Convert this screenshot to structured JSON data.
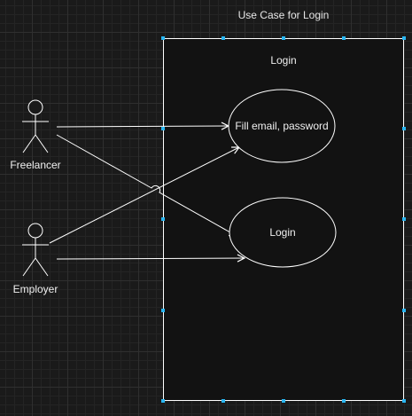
{
  "diagram": {
    "title": "Use Case for Login"
  },
  "system": {
    "label": "Login"
  },
  "actors": [
    {
      "id": "freelancer",
      "label": "Freelancer"
    },
    {
      "id": "employer",
      "label": "Employer"
    }
  ],
  "use_cases": [
    {
      "id": "fill",
      "label": "Fill email, password"
    },
    {
      "id": "login",
      "label": "Login"
    }
  ],
  "associations": [
    {
      "from": "freelancer",
      "to": "fill"
    },
    {
      "from": "freelancer",
      "to": "login"
    },
    {
      "from": "employer",
      "to": "fill"
    },
    {
      "from": "employer",
      "to": "login"
    }
  ],
  "colors": {
    "line": "#ffffff",
    "selection_handle": "#29b6f2",
    "background": "#1a1a1a"
  }
}
